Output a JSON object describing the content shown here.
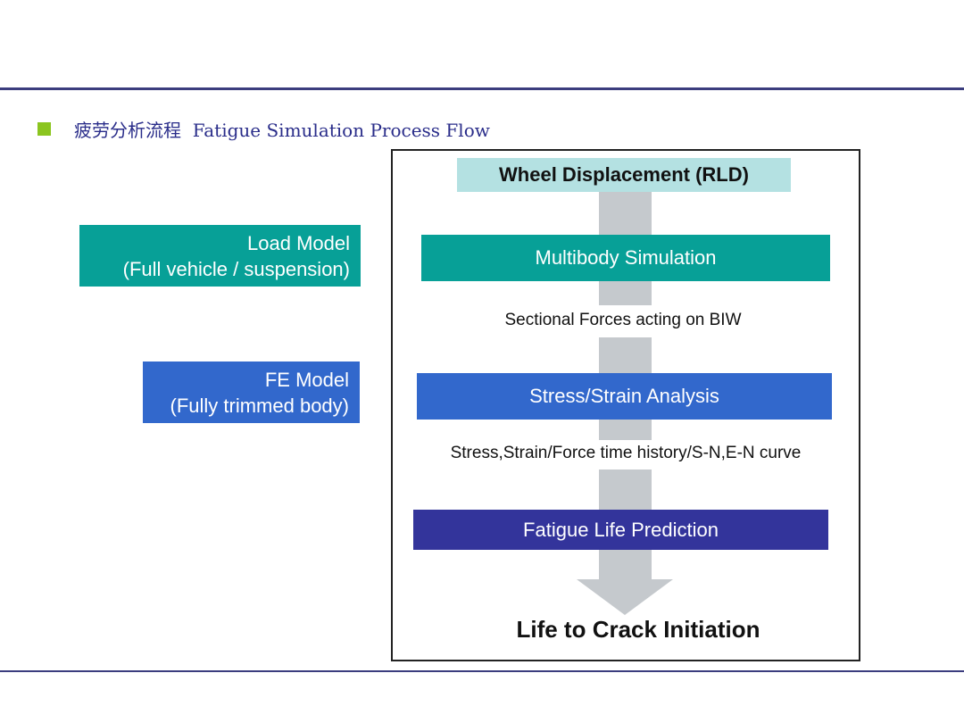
{
  "colors": {
    "rule": "#3b3d7e",
    "bullet": "#8bc51f",
    "title": "#2a2d8a",
    "teal": "#07a097",
    "blue": "#3268cc",
    "navy": "#33349b",
    "light_teal": "#b4e1e2",
    "arrow": "#c5c9cd",
    "text_dark": "#111111"
  },
  "title": {
    "cn": "疲劳分析流程",
    "en": "Fatigue Simulation Process Flow"
  },
  "side_boxes": {
    "load_model": {
      "line1": "Load Model",
      "line2": "(Full vehicle / suspension)"
    },
    "fe_model": {
      "line1": "FE Model",
      "line2": "(Fully trimmed body)"
    }
  },
  "flow": {
    "rld": "Wheel Displacement (RLD)",
    "mbs": "Multibody Simulation",
    "forces": "Sectional Forces acting on BIW",
    "stress": "Stress/Strain Analysis",
    "history": "Stress,Strain/Force time history/S-N,E-N curve",
    "fatigue": "Fatigue Life Prediction",
    "result": "Life to Crack Initiation"
  }
}
